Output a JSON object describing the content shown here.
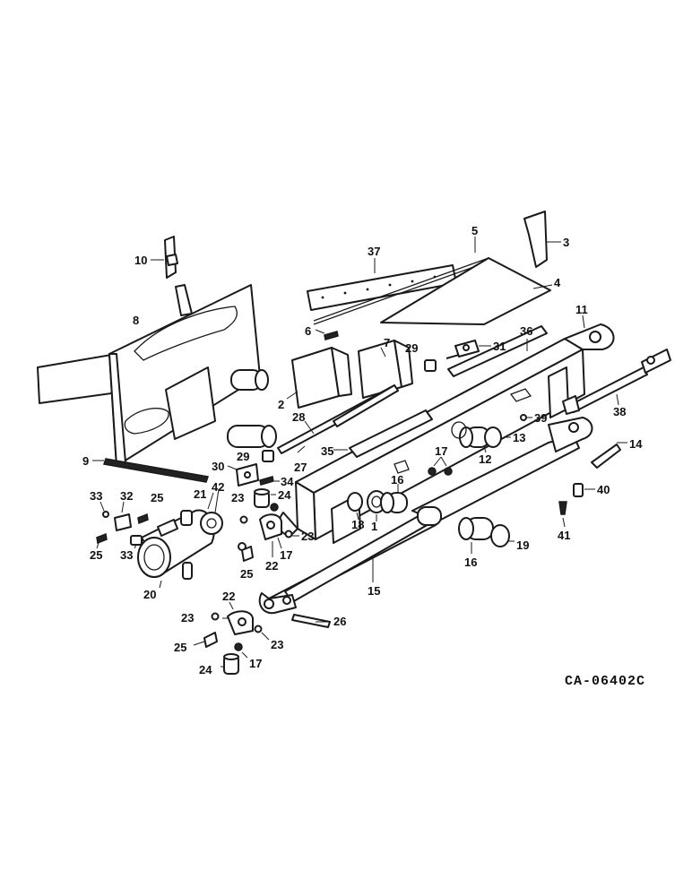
{
  "drawing_code": "CA-06402C",
  "callouts": {
    "c1": "1",
    "c2": "2",
    "c3": "3",
    "c4": "4",
    "c5": "5",
    "c6": "6",
    "c7": "7",
    "c8": "8",
    "c9": "9",
    "c10": "10",
    "c11": "11",
    "c12": "12",
    "c13": "13",
    "c14": "14",
    "c15": "15",
    "c16": "16",
    "c17": "17",
    "c18": "18",
    "c19": "19",
    "c20": "20",
    "c21": "21",
    "c22": "22",
    "c23": "23",
    "c24": "24",
    "c25": "25",
    "c26": "26",
    "c27": "27",
    "c28": "28",
    "c29": "29",
    "c30": "30",
    "c31": "31",
    "c32": "32",
    "c33": "33",
    "c34": "34",
    "c35": "35",
    "c36": "36",
    "c37": "37",
    "c38": "38",
    "c39": "39",
    "c40": "40",
    "c41": "41",
    "c42": "42"
  }
}
